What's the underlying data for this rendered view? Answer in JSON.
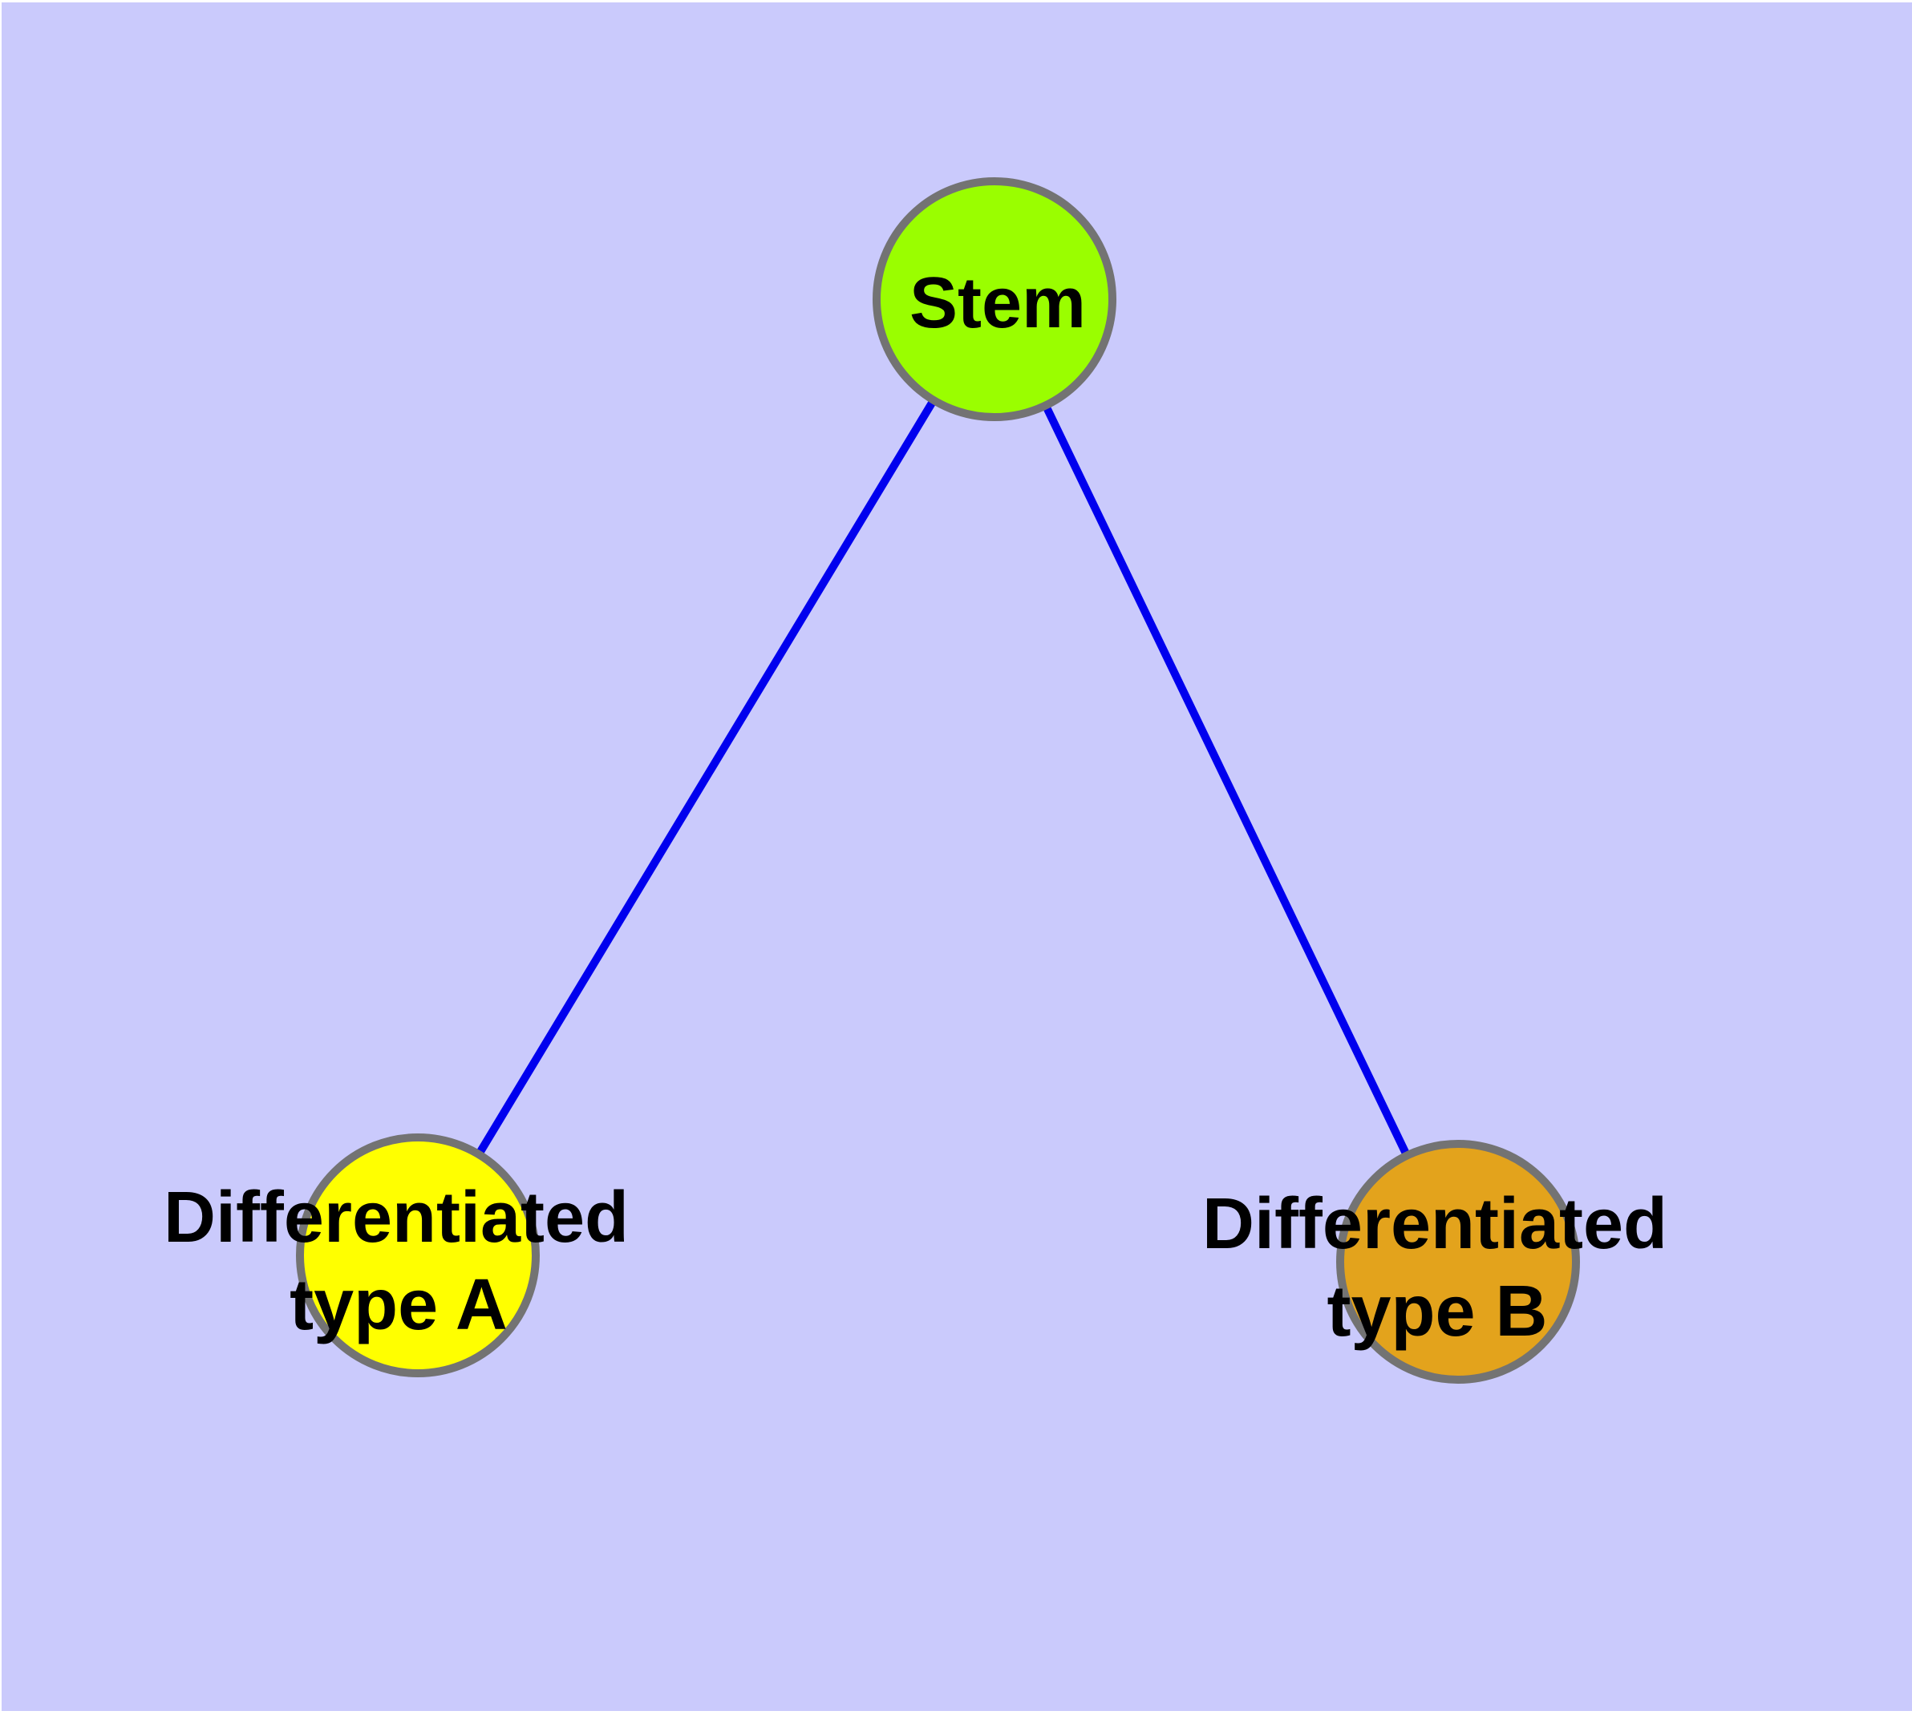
{
  "graph": {
    "page_color": "#ffffff",
    "background_color": "#cacafc",
    "edge_color": "#0000ee",
    "node_border_color": "#737373",
    "label_color": "#000000",
    "nodes": [
      {
        "id": "stem",
        "label": "Stem",
        "lines": [
          "Stem"
        ],
        "color": "#9afe00"
      },
      {
        "id": "differentiated-type-a",
        "label": "Differentiated type A",
        "lines": [
          "Differentiated",
          "type A"
        ],
        "color": "#ffff00"
      },
      {
        "id": "differentiated-type-b",
        "label": "Differentiated type B",
        "lines": [
          "Differentiated",
          "type B"
        ],
        "color": "#e3a31c"
      }
    ],
    "edges": [
      {
        "from": "stem",
        "to": "differentiated-type-a"
      },
      {
        "from": "stem",
        "to": "differentiated-type-b"
      }
    ]
  }
}
